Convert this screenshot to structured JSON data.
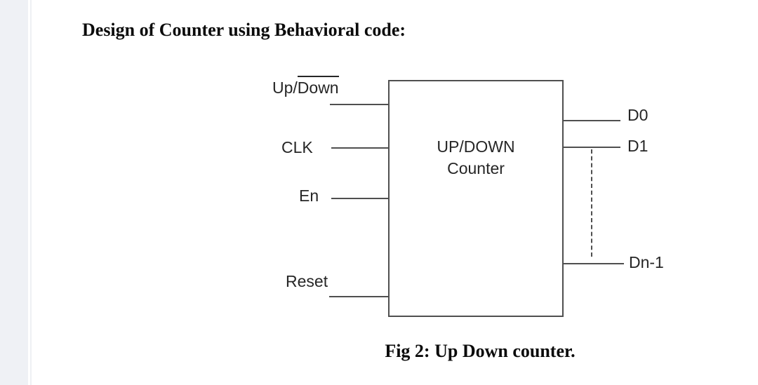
{
  "page": {
    "title": "Design of Counter using Behavioral code:",
    "caption": "Fig 2: Up Down counter."
  },
  "diagram": {
    "block": {
      "line1": "UP/DOWN",
      "line2": "Counter"
    },
    "inputs": [
      {
        "prefix": "Up/",
        "overlined": "Down"
      },
      {
        "label": "CLK"
      },
      {
        "label": "En"
      },
      {
        "label": "Reset"
      }
    ],
    "outputs": [
      {
        "label": "D0"
      },
      {
        "label": "D1"
      },
      {
        "label": "Dn-1"
      }
    ]
  },
  "colors": {
    "line": "#4f4f4f",
    "diagram_text": "#262626",
    "heading_text": "#0b0b0b",
    "sidebar_bg": "#eff1f5",
    "page_bg": "#ffffff"
  }
}
